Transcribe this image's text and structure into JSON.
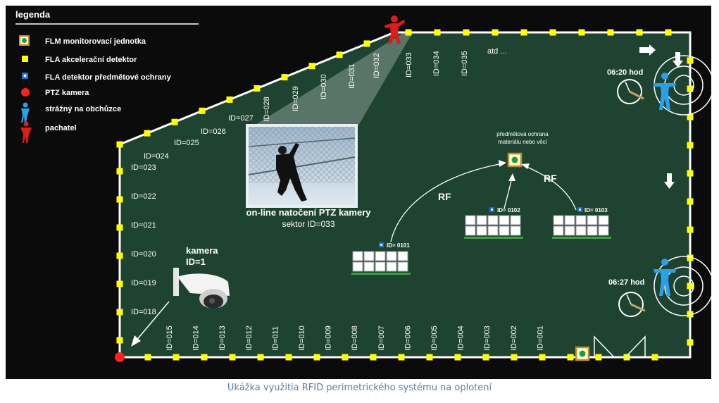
{
  "legend": {
    "title": "legenda",
    "items": [
      {
        "label": "FLM monitorovací jednotka",
        "icon": "flm-monitoring-unit-icon"
      },
      {
        "label": "FLA akcelerační detektor",
        "icon": "accelerometer-detector-icon"
      },
      {
        "label": "FLA  detektor předmětové ochrany",
        "icon": "object-protection-detector-icon"
      },
      {
        "label": "PTZ kamera",
        "icon": "ptz-camera-icon"
      },
      {
        "label": "strážný na obchůzce",
        "icon": "guard-on-patrol-icon"
      },
      {
        "label": "pachatel",
        "icon": "intruder-icon"
      }
    ]
  },
  "sensor_ids_top": [
    "ID=024",
    "ID=025",
    "ID=026",
    "ID=027",
    "ID=028",
    "ID=029",
    "ID=030",
    "ID=031",
    "ID=032",
    "ID=033",
    "ID=034",
    "ID=035",
    "atd ..."
  ],
  "sensor_ids_left": [
    "ID=023",
    "ID=022",
    "ID=021",
    "ID=020",
    "ID=019",
    "ID=018"
  ],
  "sensor_ids_bottom": [
    "ID=015",
    "ID=014",
    "ID=013",
    "ID=012",
    "ID=011",
    "ID=010",
    "ID=009",
    "ID=008",
    "ID=007",
    "ID=006",
    "ID=005",
    "ID=004",
    "ID=003",
    "ID=002",
    "ID=001"
  ],
  "camera_view": {
    "title": "on-line natočení PTZ kamery",
    "subtitle": "sektor ID=033"
  },
  "camera": {
    "line1": "kamera",
    "line2": "ID=1"
  },
  "object_protection": {
    "line1": "předmětová ochrana",
    "line2": "materiálu nebo věcí"
  },
  "rf_labels": [
    "RF",
    "RF"
  ],
  "devices": [
    "ID= 0101",
    "ID= 0102",
    "ID= 0103"
  ],
  "guard_times": [
    "06:20 hod",
    "06:27 hod"
  ],
  "caption": "Ukážka využitia RFID perimetrického systému na oplotení",
  "colors": {
    "field": "#1e4330",
    "sensor": "#ffff00",
    "fence": "#ffffff",
    "camera": "#ff2020",
    "guard": "#2aa0e8"
  }
}
